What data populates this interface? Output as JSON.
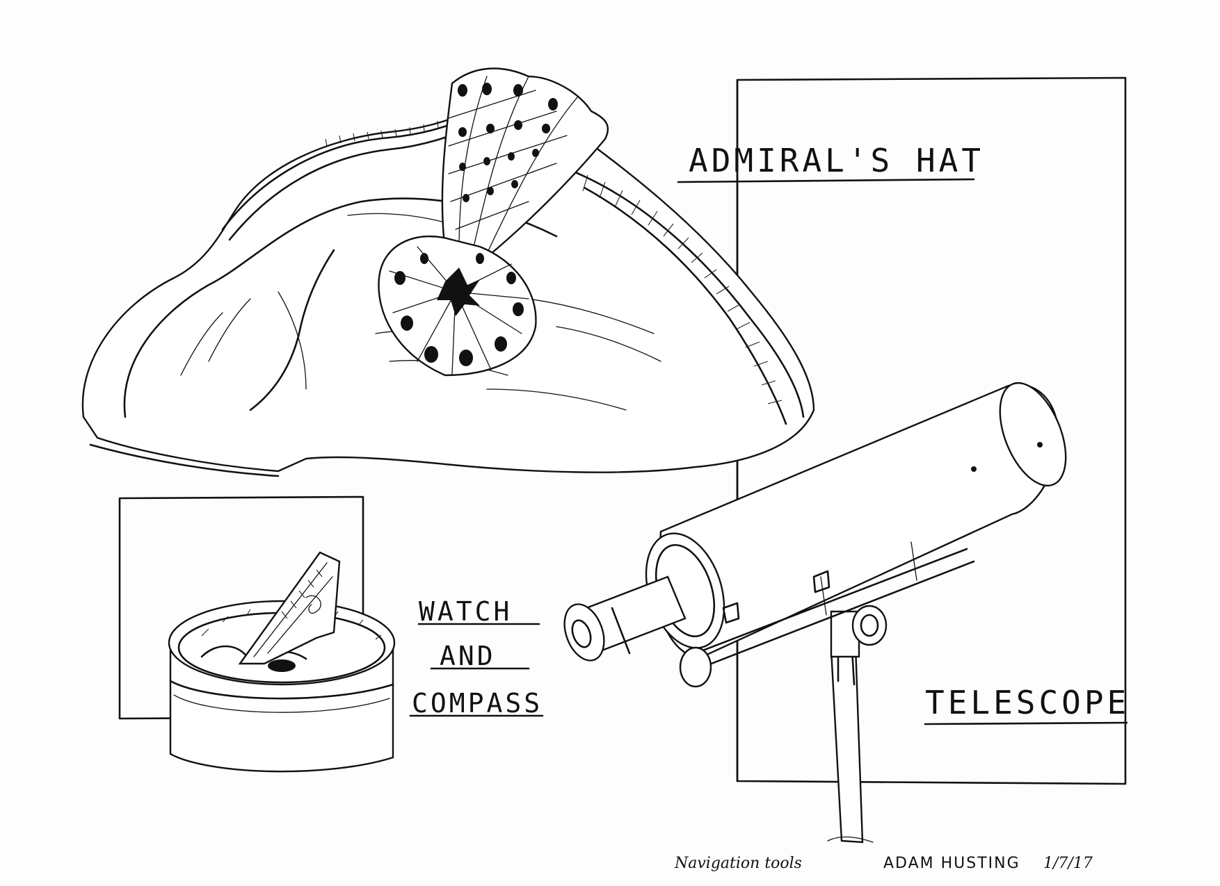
{
  "labels": {
    "hat": "ADMIRAL'S HAT",
    "watch": [
      "WATCH",
      "AND",
      "COMPASS"
    ],
    "telescope": "TELESCOPE"
  },
  "caption": {
    "title": "Navigation tools",
    "author": "ADAM HUSTING",
    "date": "1/7/17"
  },
  "illustrations": {
    "hat": "admiral-hat-icon",
    "compass": "sundial-compass-icon",
    "telescope": "telescope-icon"
  },
  "colors": {
    "ink": "#111111",
    "paper": "#fdfdfd"
  }
}
